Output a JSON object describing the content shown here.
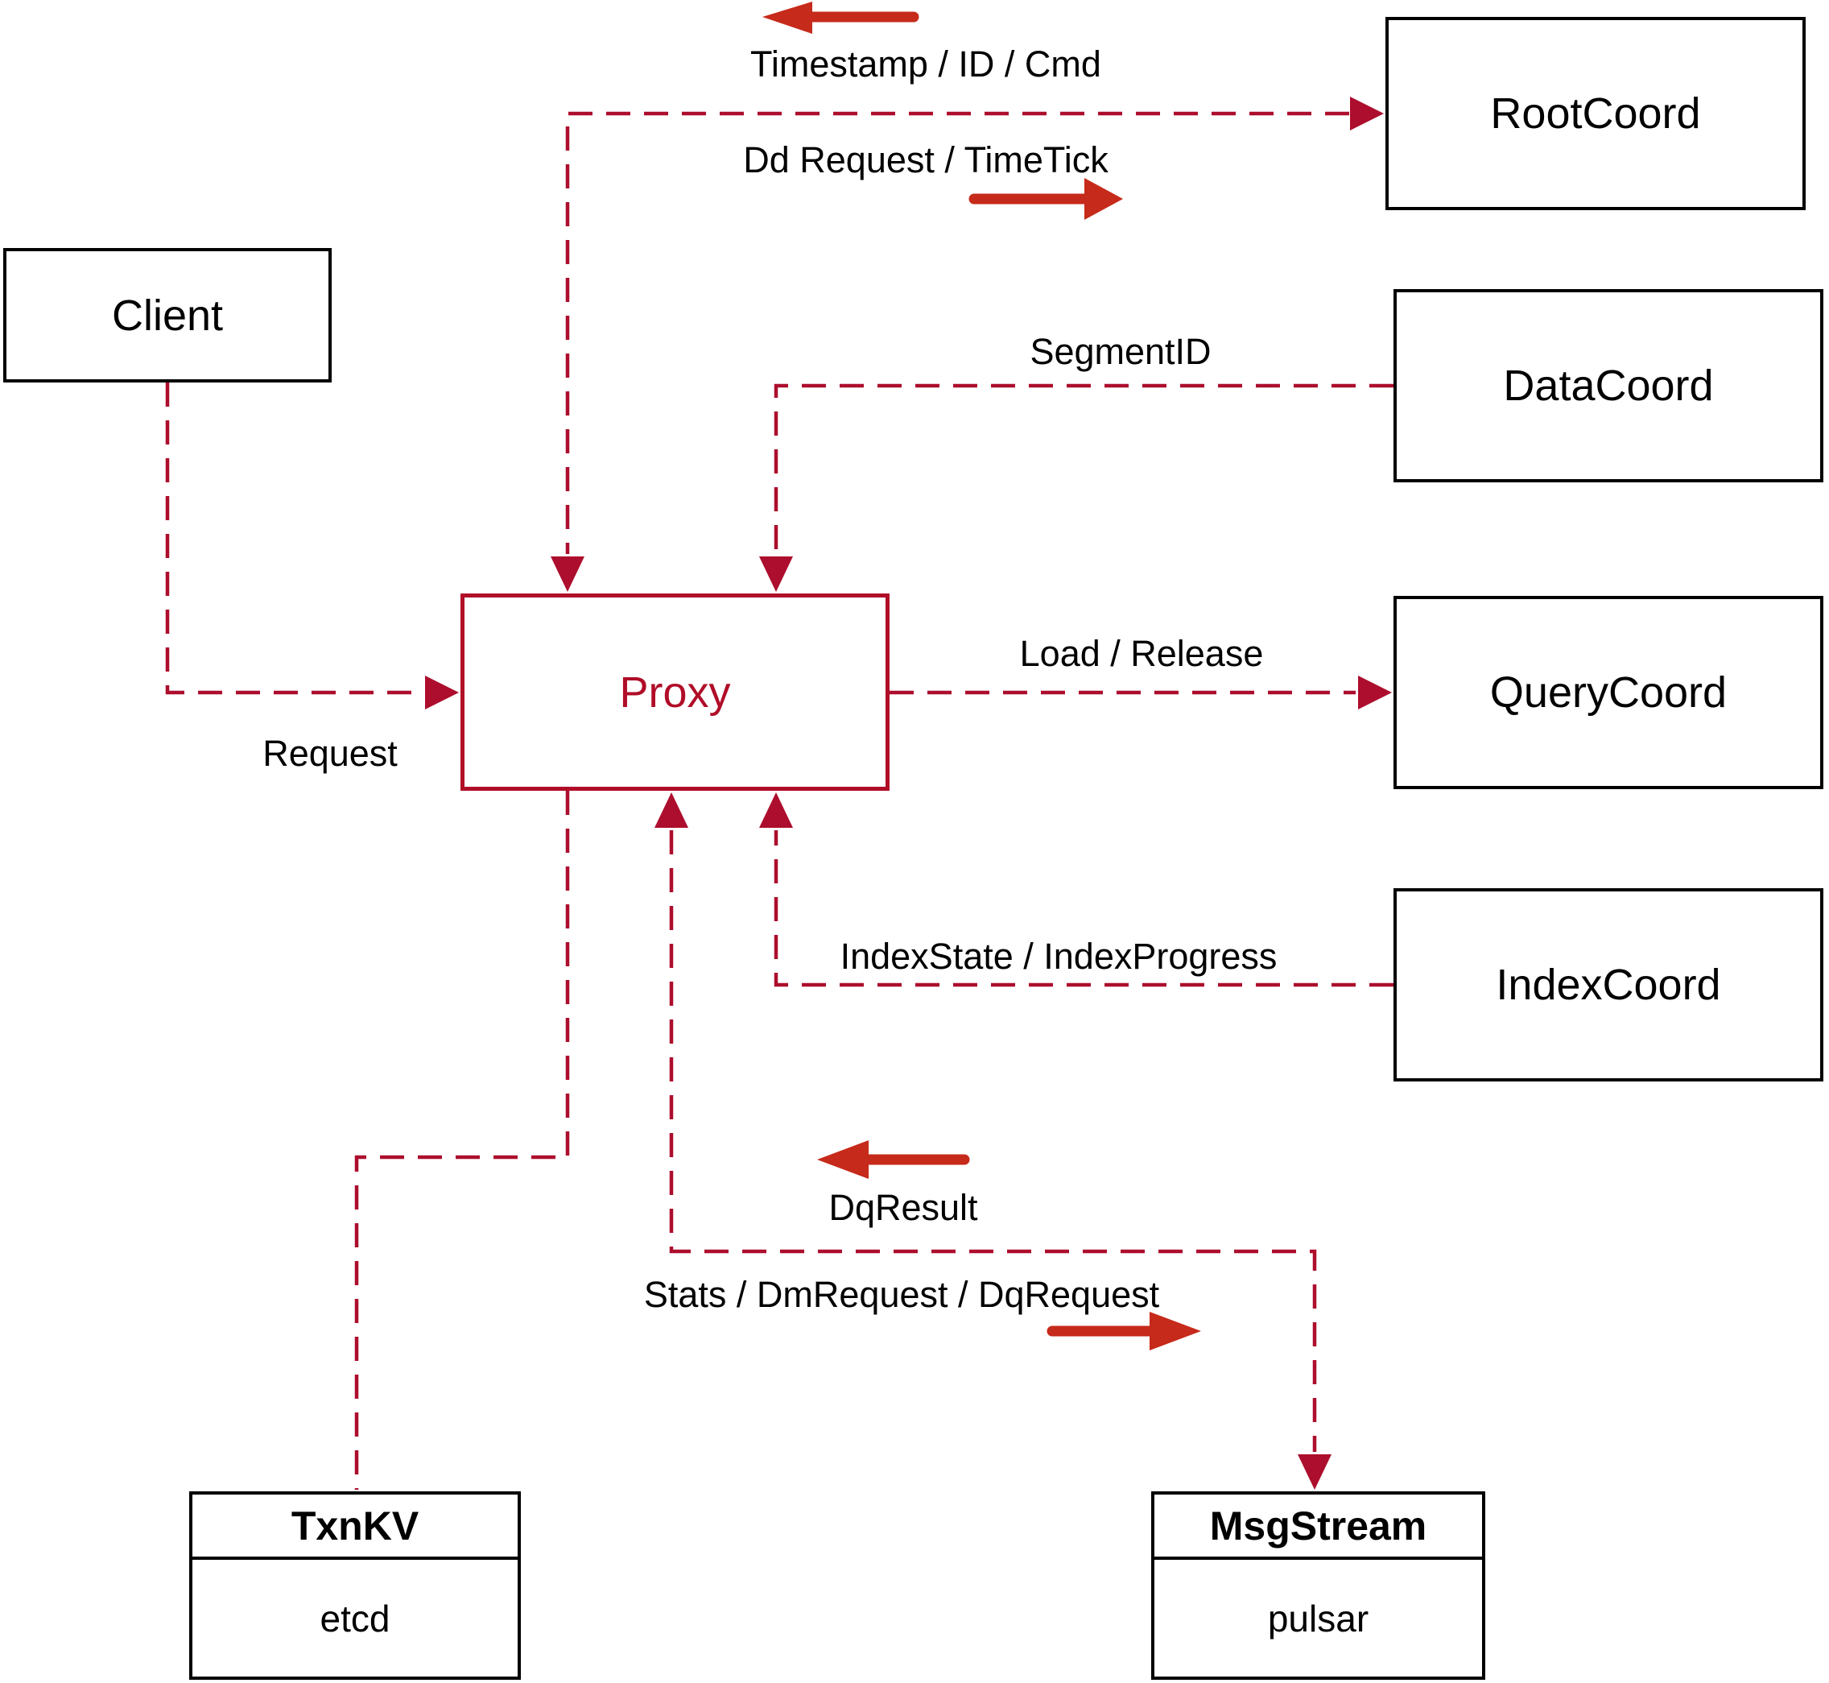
{
  "diagram": {
    "nodes": {
      "client": {
        "label": "Client"
      },
      "proxy": {
        "label": "Proxy"
      },
      "root_coord": {
        "label": "RootCoord"
      },
      "data_coord": {
        "label": "DataCoord"
      },
      "query_coord": {
        "label": "QueryCoord"
      },
      "index_coord": {
        "label": "IndexCoord"
      },
      "txn_kv": {
        "title": "TxnKV",
        "impl": "etcd"
      },
      "msg_stream": {
        "title": "MsgStream",
        "impl": "pulsar"
      }
    },
    "edge_labels": {
      "timestamp_id_cmd": "Timestamp / ID / Cmd",
      "dd_request_timetick": "Dd Request / TimeTick",
      "segment_id": "SegmentID",
      "request": "Request",
      "load_release": "Load / Release",
      "index_state": "IndexState / IndexProgress",
      "dq_result": "DqResult",
      "stats_dm_dq": "Stats / DmRequest / DqRequest"
    },
    "colors": {
      "dashed_line": "#ad0e2d",
      "solid_arrow": "#c62a1a",
      "proxy_accent": "#b00d28",
      "box_border": "#000000",
      "text": "#000000"
    }
  }
}
